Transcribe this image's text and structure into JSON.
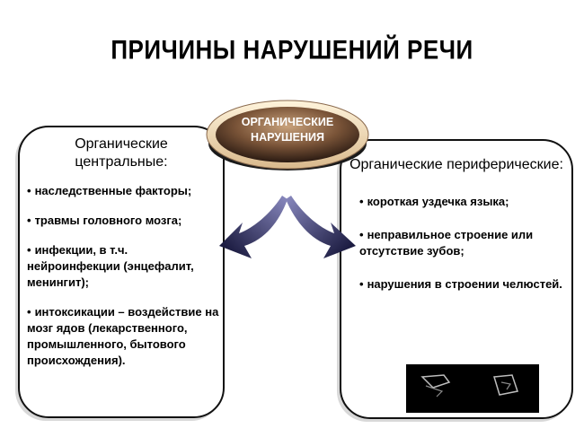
{
  "title": "ПРИЧИНЫ НАРУШЕНИЙ РЕЧИ",
  "center": {
    "line1": "ОРГАНИЧЕСКИЕ",
    "line2": "НАРУШЕНИЯ"
  },
  "left_panel": {
    "title": "Органические центральные:",
    "items": [
      "наследственные факторы;",
      "травмы головного мозга;",
      "инфекции, в т.ч. нейроинфекции (энцефалит, менингит);",
      "интоксикации – воздействие на мозг ядов (лекарственного, промышленного, бытового происхождения)."
    ]
  },
  "right_panel": {
    "title": "Органические периферические:",
    "items": [
      "короткая уздечка языка;",
      "неправильное строение или отсутствие зубов;",
      "нарушения в строении челюстей."
    ]
  },
  "colors": {
    "disc_dark": "#3a2a22",
    "disc_mid": "#8a6a4e",
    "disc_light": "#f5e6c8",
    "arrow_dark": "#0b0b2e",
    "arrow_light": "#6a6aa6"
  },
  "bullet": "•"
}
